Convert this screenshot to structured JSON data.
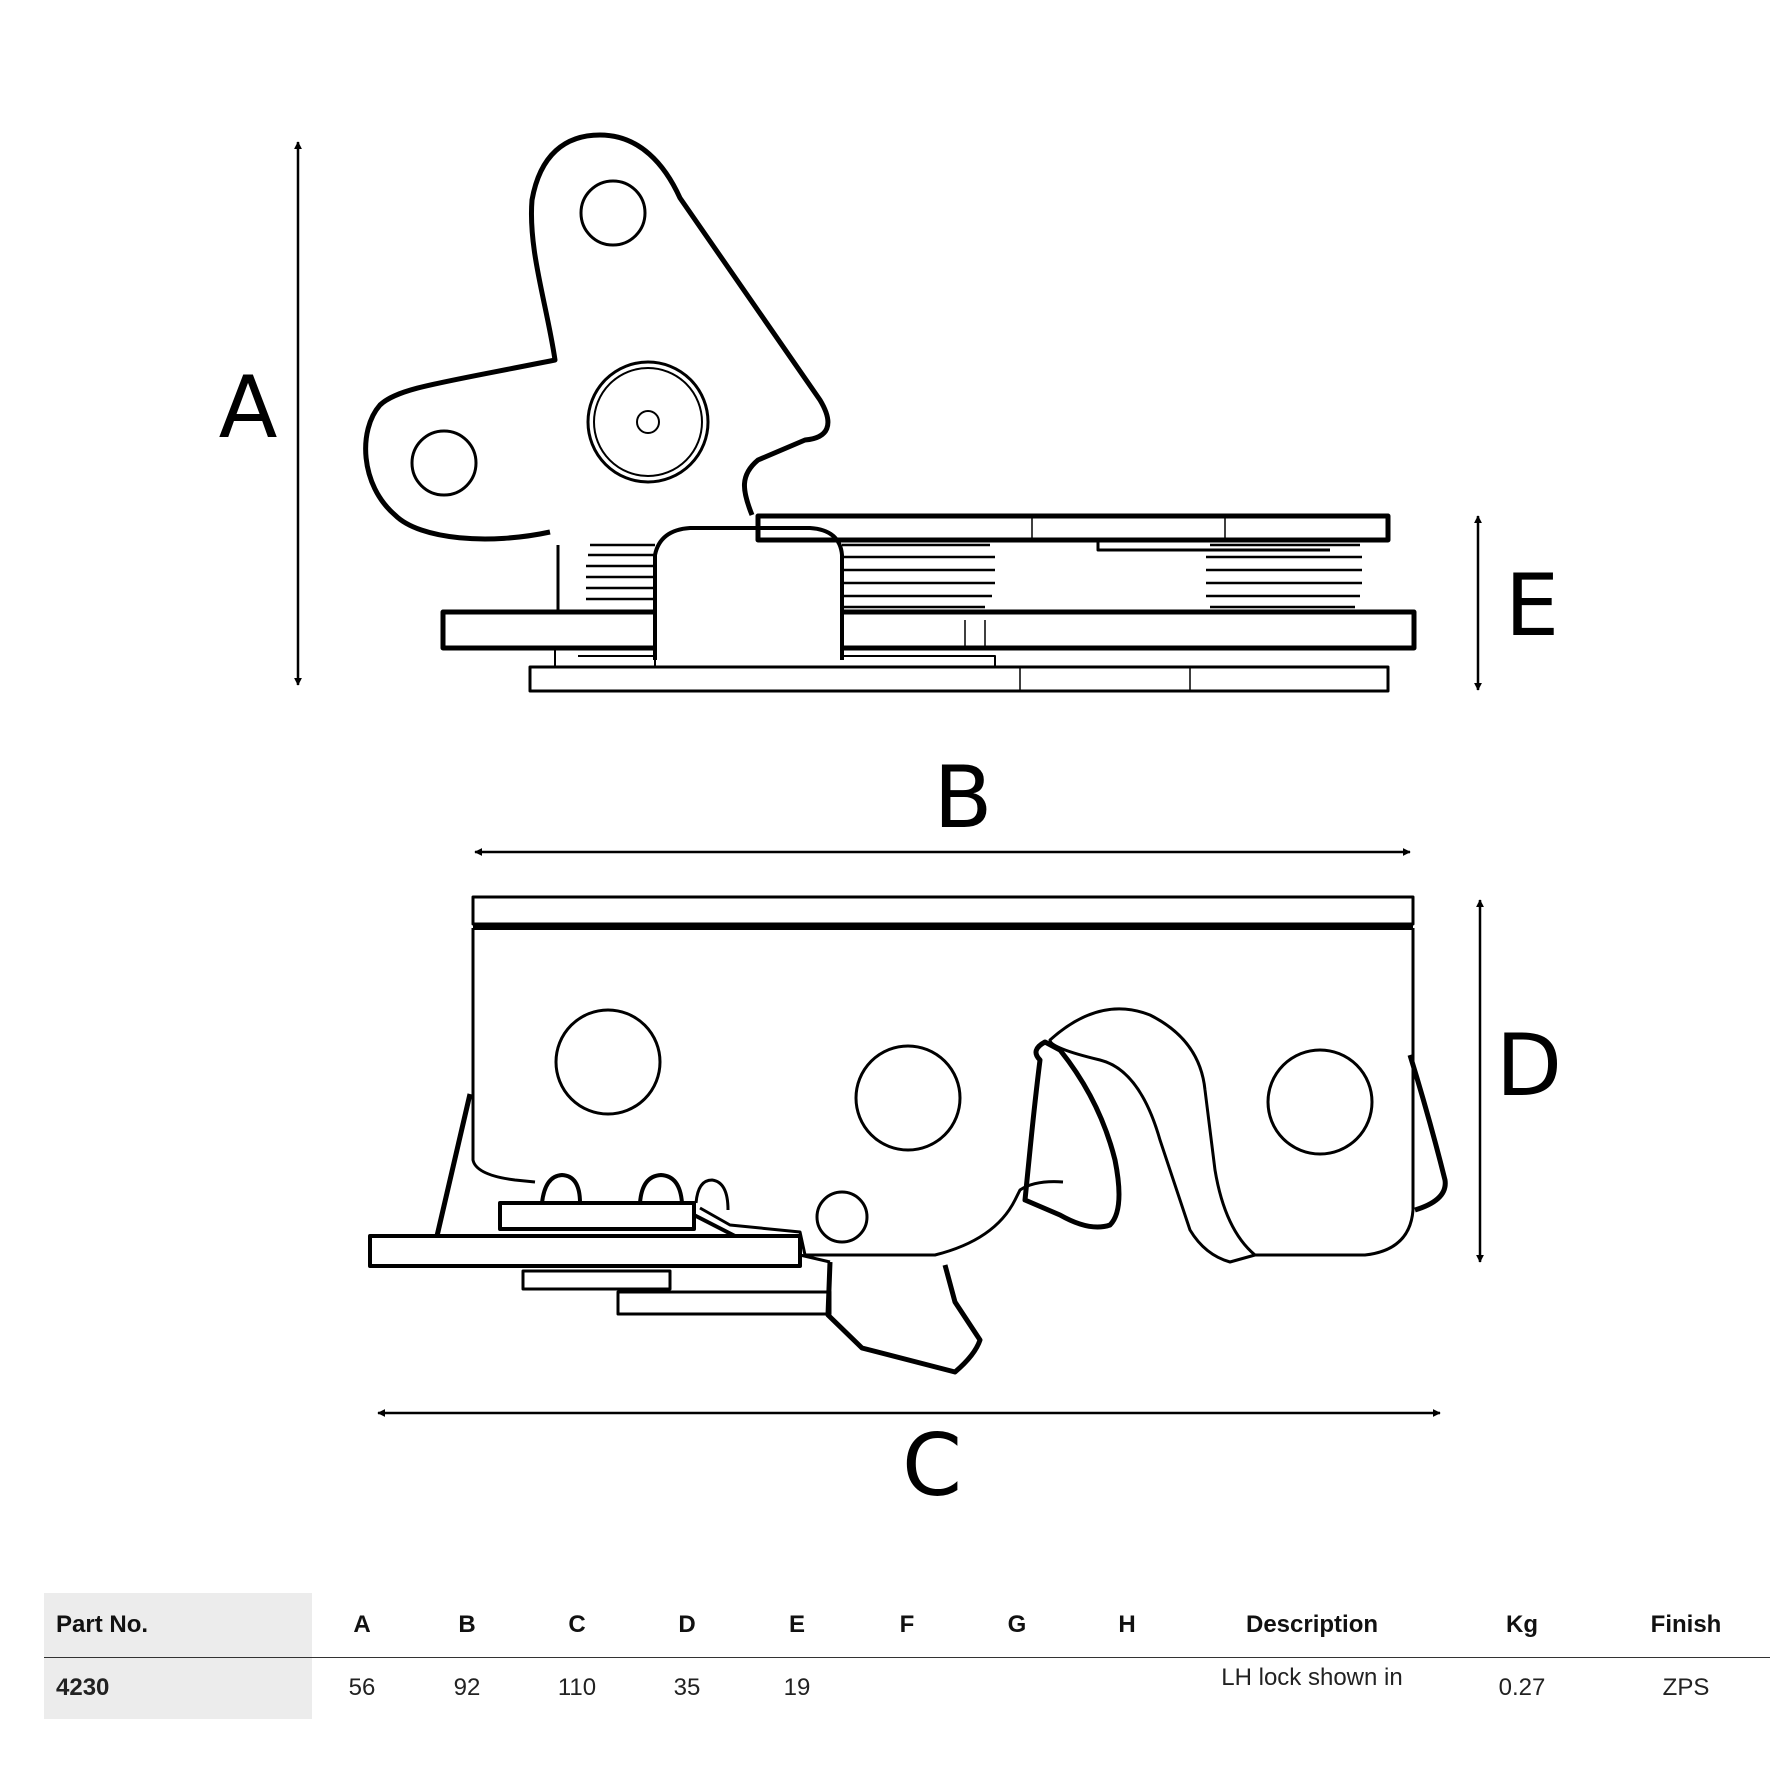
{
  "dimension_labels": {
    "a": "A",
    "b": "B",
    "c": "C",
    "d": "D",
    "e": "E"
  },
  "table": {
    "headers": {
      "part_no": "Part No.",
      "a": "A",
      "b": "B",
      "c": "C",
      "d": "D",
      "e": "E",
      "f": "F",
      "g": "G",
      "h": "H",
      "description": "Description",
      "kg": "Kg",
      "finish": "Finish"
    },
    "row": {
      "part_no": "4230",
      "a": "56",
      "b": "92",
      "c": "110",
      "d": "35",
      "e": "19",
      "f": "",
      "g": "",
      "h": "",
      "description": "LH lock shown in",
      "kg": "0.27",
      "finish": "ZPS"
    }
  }
}
